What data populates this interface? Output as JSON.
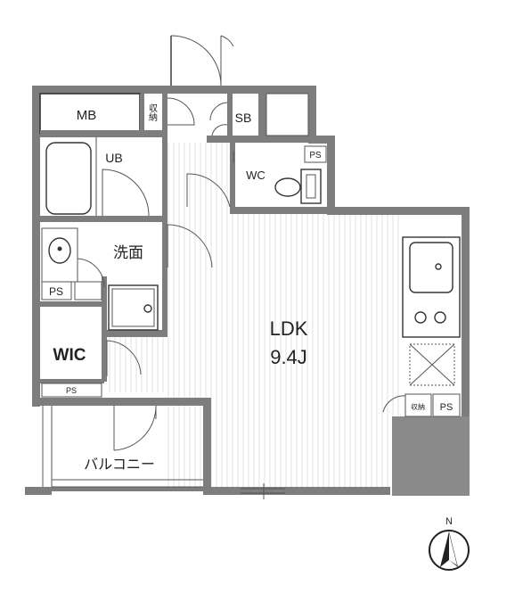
{
  "floorplan": {
    "rooms": {
      "mb": "MB",
      "storage_top": "収納",
      "sb": "SB",
      "ub": "UB",
      "wc": "WC",
      "ps_top": "PS",
      "washroom": "洗面",
      "ps_left": "PS",
      "wic": "WIC",
      "ps_wic": "PS",
      "ldk": "LDK",
      "ldk_size": "9.4J",
      "storage_kitchen": "収納",
      "ps_kitchen": "PS",
      "balcony": "バルコニー"
    },
    "compass": {
      "label": "N"
    },
    "colors": {
      "wall": "#7d7d7d",
      "line": "#333333",
      "background": "#ffffff"
    }
  }
}
